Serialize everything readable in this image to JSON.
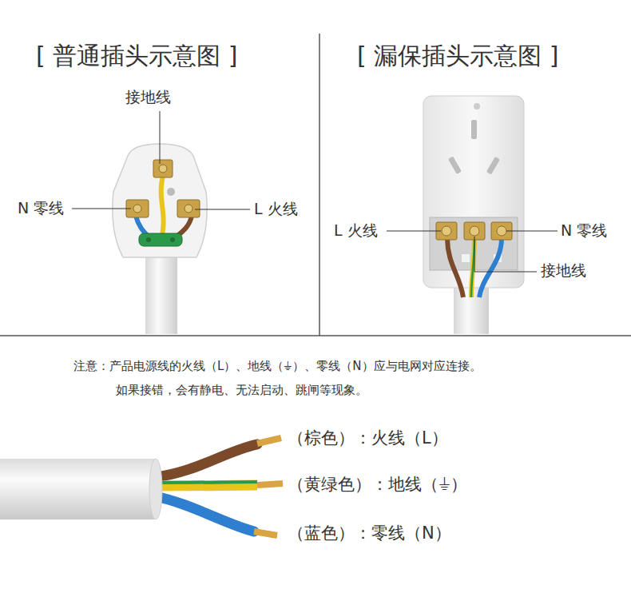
{
  "diagram": {
    "labels": [
      "[ 普通插头示意图 ]",
      "[ 漏保插头示意图 ]",
      "接地线",
      "N 零线",
      "L 火线",
      "L 火线",
      "N 零线",
      "接地线",
      "注意：产品电源线的火线（L）、地线（⏚）、零线（N）应与电网对应连接。",
      "如果接错，会有静电、无法启动、跳闸等现象。",
      "（棕色）：火线（L）",
      "（黄绿色）：地线（⏚）",
      "（蓝色）：零线（N）"
    ]
  }
}
